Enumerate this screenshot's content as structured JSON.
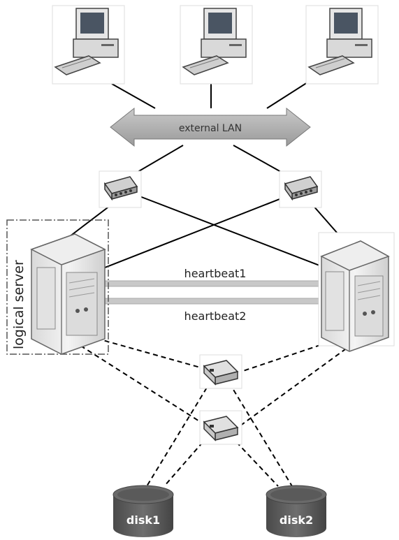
{
  "diagram": {
    "lan_label": "external LAN",
    "logical_server_label": "logical server",
    "heartbeat1_label": "heartbeat1",
    "heartbeat2_label": "heartbeat2",
    "disk1_label": "disk1",
    "disk2_label": "disk2"
  },
  "nodes": {
    "workstations": [
      "workstation-left",
      "workstation-center",
      "workstation-right"
    ],
    "network_switches": [
      "switch-left",
      "switch-right"
    ],
    "servers": [
      "server-primary",
      "server-secondary"
    ],
    "storage_switches": [
      "san-switch-upper",
      "san-switch-lower"
    ],
    "disks": [
      "disk1",
      "disk2"
    ]
  },
  "colors": {
    "lan_arrow": "#a9a9a9",
    "heartbeat": "#c8c8c8",
    "disk": "#555555",
    "line": "#000000"
  },
  "icons": {
    "workstation": "desktop-computer-icon",
    "switch": "network-switch-icon",
    "server": "tower-server-icon",
    "disk": "database-cylinder-icon"
  }
}
